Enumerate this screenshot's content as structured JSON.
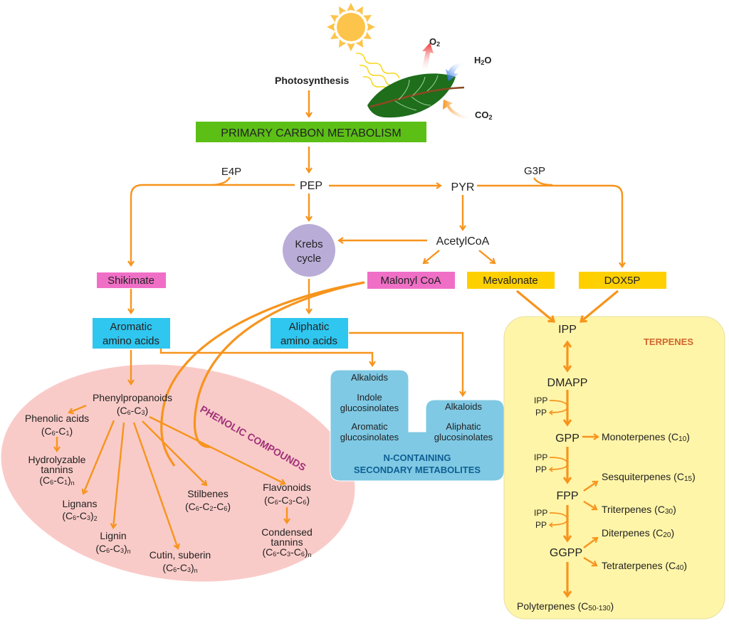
{
  "colors": {
    "arrow": "#f7941d",
    "primary_box": "#5cbf16",
    "pink_box": "#f06fc6",
    "cyan_box": "#2fc6ef",
    "yellow_box": "#fed000",
    "krebs_circle": "#b9acd7",
    "phenolic_ellipse": "#f9cbc8",
    "n_containing_region": "#7fc9e4",
    "terpene_region": "#fff5a8",
    "phenolic_title": "#a2307a",
    "n_title": "#0f5f94",
    "terpene_title": "#d0662f"
  },
  "photosynthesis": {
    "label": "Photosynthesis",
    "o2": "O",
    "o2_sub": "2",
    "h2o_a": "H",
    "h2o_sub": "2",
    "h2o_b": "O",
    "co2": "CO",
    "co2_sub": "2"
  },
  "primary": {
    "label": "PRIMARY CARBON METABOLISM"
  },
  "nodes": {
    "e4p": "E4P",
    "pep": "PEP",
    "pyr": "PYR",
    "g3p": "G3P",
    "krebs_1": "Krebs",
    "krebs_2": "cycle",
    "acetylcoa": "AcetylCoA",
    "shikimate": "Shikimate",
    "malonyl": "Malonyl CoA",
    "mevalonate": "Mevalonate",
    "dox5p": "DOX5P",
    "aromatic_1": "Aromatic",
    "aromatic_2": "amino acids",
    "aliphatic_1": "Aliphatic",
    "aliphatic_2": "amino acids"
  },
  "phenolic": {
    "title": "PHENOLIC COMPOUNDS",
    "phenylpropanoids": {
      "name": "Phenylpropanoids",
      "formula": [
        "(C",
        "6",
        "-C",
        "3",
        ")"
      ]
    },
    "phenolic_acids": {
      "name": "Phenolic acids",
      "formula": [
        "(C",
        "6",
        "-C",
        "1",
        ")"
      ]
    },
    "hydrolyzable": {
      "name_1": "Hydrolyzable",
      "name_2": "tannins",
      "formula": [
        "(C",
        "6",
        "-C",
        "1",
        ")",
        "n"
      ]
    },
    "lignans": {
      "name": "Lignans",
      "formula": [
        "(C",
        "6",
        "-C",
        "3",
        ")",
        "2"
      ]
    },
    "lignin": {
      "name": "Lignin",
      "formula": [
        "(C",
        "6",
        "-C",
        "3",
        ")",
        "n"
      ]
    },
    "cutin": {
      "name": "Cutin, suberin",
      "formula": [
        "(C",
        "6",
        "-C",
        "3",
        ")",
        "n"
      ]
    },
    "stilbenes": {
      "name": "Stilbenes",
      "formula": [
        "(C",
        "6",
        "-C",
        "2",
        "-C",
        "6",
        ")"
      ]
    },
    "flavonoids": {
      "name": "Flavonoids",
      "formula": [
        "(C",
        "6",
        "-C",
        "3",
        "-C",
        "6",
        ")"
      ]
    },
    "condensed": {
      "name_1": "Condensed",
      "name_2": "tannins",
      "formula": [
        "(C",
        "6",
        "-C",
        "3",
        "-C",
        "6",
        ")",
        "n"
      ]
    }
  },
  "n_containing": {
    "left": [
      "Alkaloids",
      "Indole",
      "glucosinolates",
      "Aromatic",
      "glucosinolates"
    ],
    "right": [
      "Alkaloids",
      "Aliphatic",
      "glucosinolates"
    ],
    "title_1": "N-CONTAINING",
    "title_2": "SECONDARY METABOLITES"
  },
  "terpenes": {
    "title": "TERPENES",
    "ipp": "IPP",
    "dmapp": "DMAPP",
    "gpp": "GPP",
    "fpp": "FPP",
    "ggpp": "GGPP",
    "side_ipp": "IPP",
    "side_pp": "PP",
    "mono": {
      "name": "Monoterpenes (C",
      "sub": "10",
      "end": ")"
    },
    "sesqui": {
      "name": "Sesquiterpenes (C",
      "sub": "15",
      "end": ")"
    },
    "tri": {
      "name": "Triterpenes (C",
      "sub": "30",
      "end": ")"
    },
    "di": {
      "name": "Diterpenes (C",
      "sub": "20",
      "end": ")"
    },
    "tetra": {
      "name": "Tetraterpenes (C",
      "sub": "40",
      "end": ")"
    },
    "poly": {
      "name": "Polyterpenes (C",
      "sub": "50-130",
      "end": ")"
    }
  }
}
